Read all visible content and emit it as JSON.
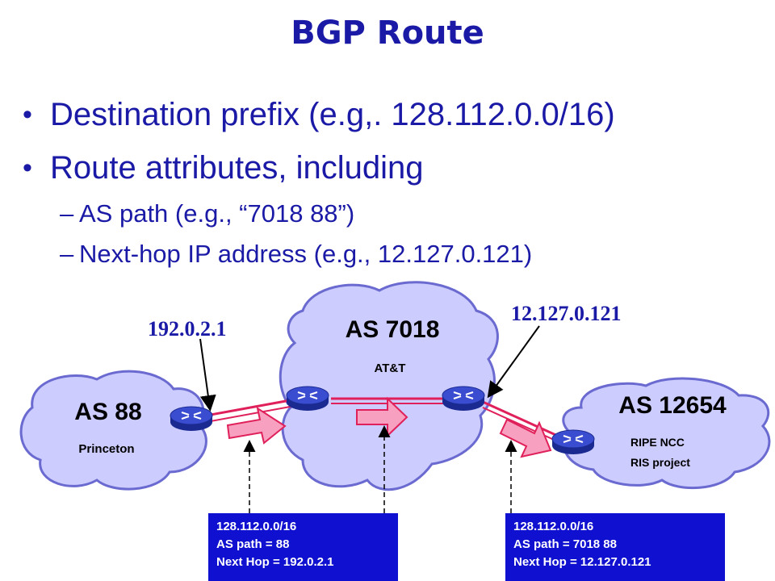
{
  "title": "BGP Route",
  "bullets": [
    {
      "text": "Destination prefix (e.g,. 128.112.0.0/16)"
    },
    {
      "text": "Route attributes, including",
      "sub": [
        "AS path (e.g., “7018 88”)",
        "Next-hop IP address (e.g., 12.127.0.121)"
      ]
    }
  ],
  "bullet_symbol": "•",
  "sub_symbol": "–",
  "diagram": {
    "as_left": {
      "name": "AS 88",
      "org": "Princeton"
    },
    "as_middle": {
      "name": "AS 7018",
      "org": "AT&T"
    },
    "as_right": {
      "name": "AS 12654",
      "org_line1": "RIPE NCC",
      "org_line2": "RIS project"
    },
    "ip_left": "192.0.2.1",
    "ip_right": "12.127.0.121",
    "box_left": {
      "line1": "128.112.0.0/16",
      "line2": "AS path = 88",
      "line3": "Next  Hop = 192.0.2.1"
    },
    "box_right": {
      "line1": "128.112.0.0/16",
      "line2": "AS path = 7018 88",
      "line3": "Next  Hop = 12.127.0.121"
    },
    "colors": {
      "title": "#1a1aa6",
      "cloud_fill": "#ccccff",
      "link": "#e0205a",
      "arrow_fill": "#f7a0c0",
      "router": "#2f3fc0",
      "infobox": "#1010d0"
    }
  }
}
